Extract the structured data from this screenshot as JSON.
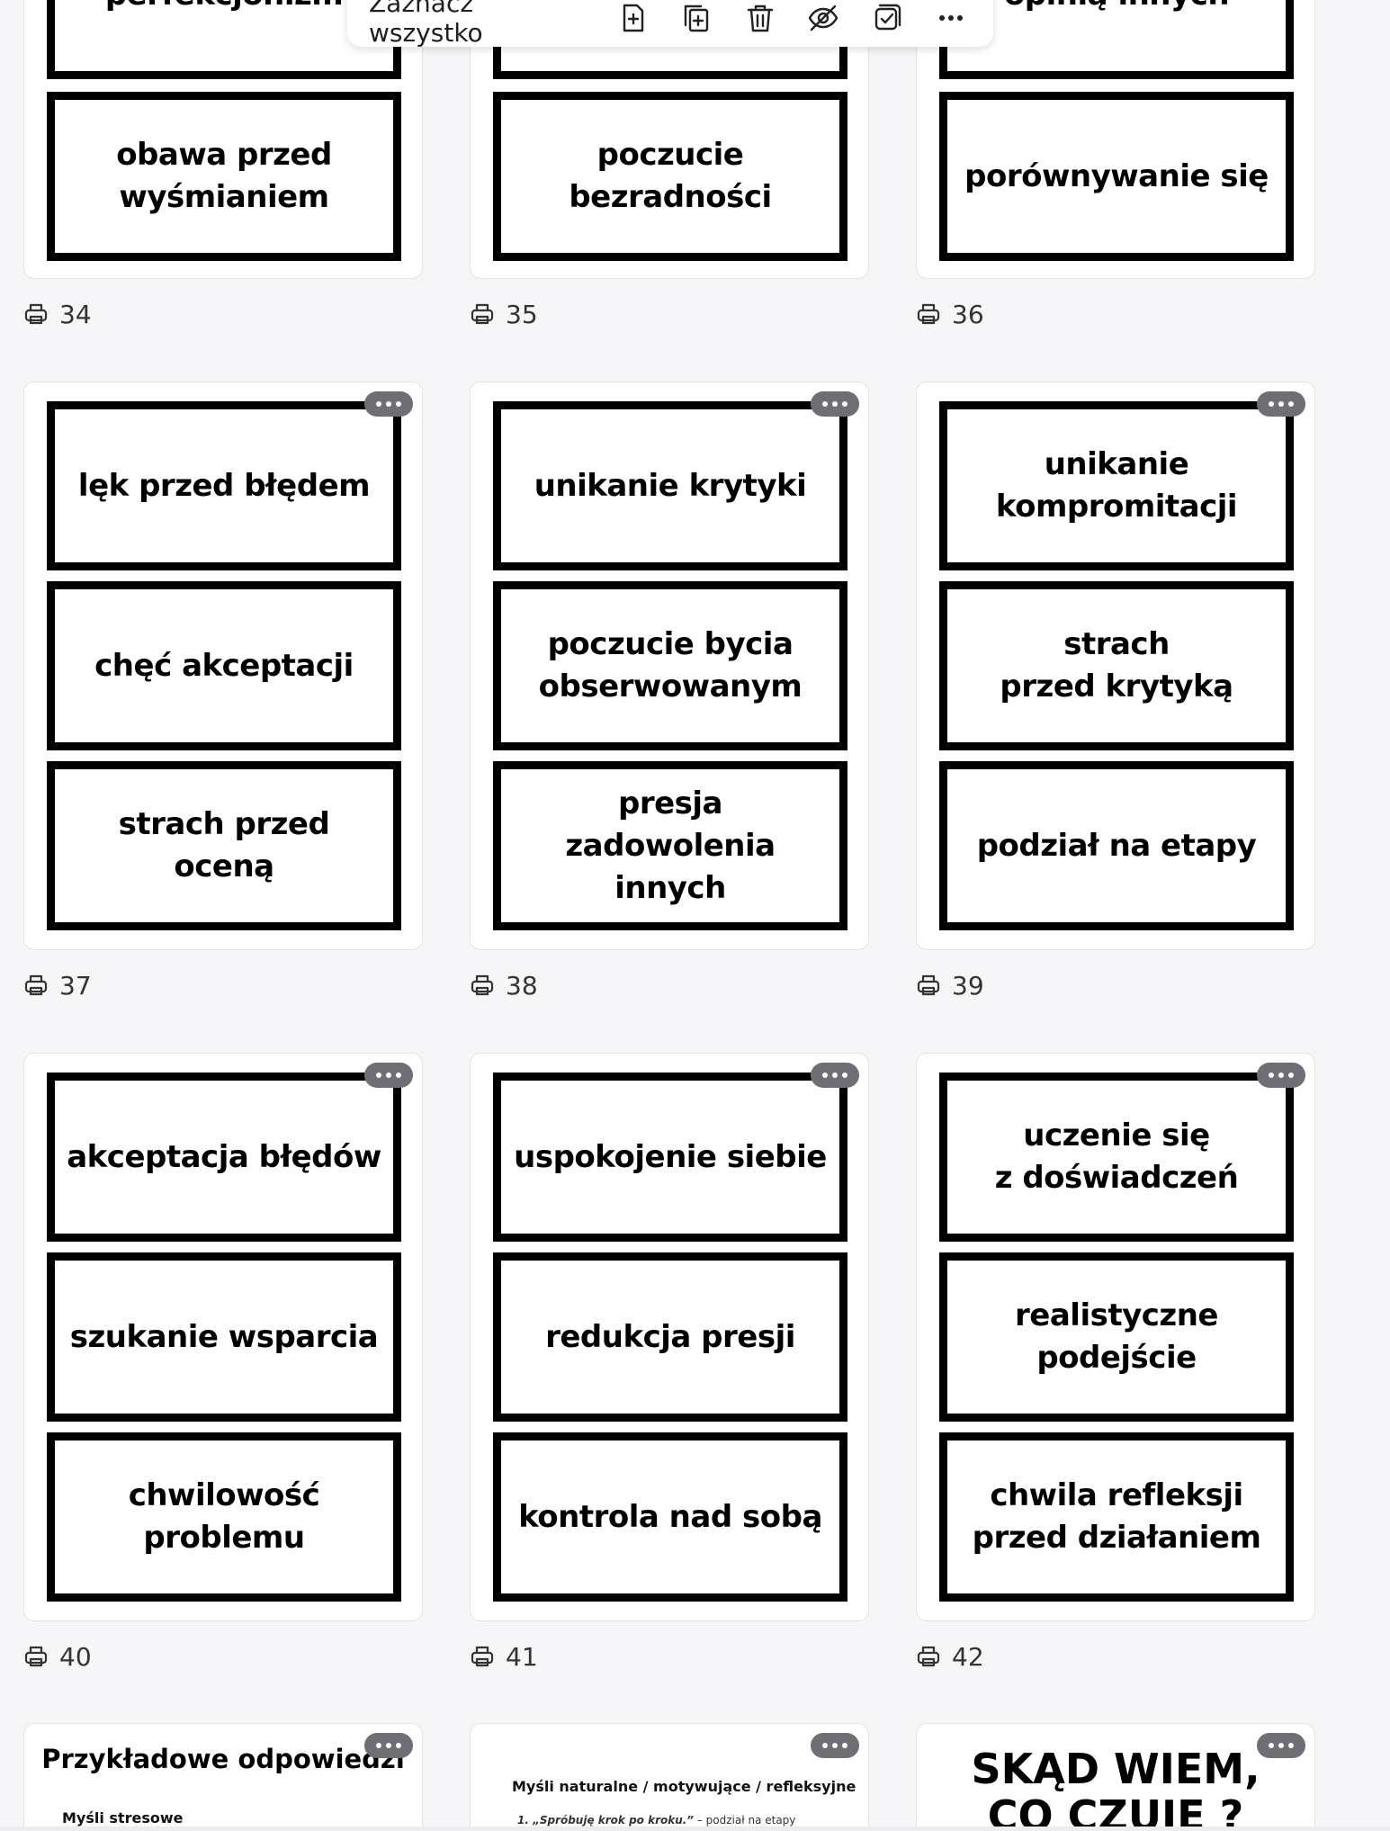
{
  "toolbar": {
    "select_all_label": "Zaznacz wszystko",
    "buttons": [
      {
        "name": "add-page-button",
        "icon": "add-page-icon"
      },
      {
        "name": "duplicate-page-button",
        "icon": "duplicate-icon"
      },
      {
        "name": "delete-page-button",
        "icon": "trash-icon"
      },
      {
        "name": "hide-page-button",
        "icon": "eye-off-icon"
      },
      {
        "name": "select-button",
        "icon": "check-square-icon"
      },
      {
        "name": "more-options-button",
        "icon": "more-horizontal-icon"
      }
    ]
  },
  "pages": [
    {
      "number": "34",
      "cards": [
        "perfekcjonizm",
        "obawa przed\nwyśmianiem"
      ]
    },
    {
      "number": "35",
      "cards": [
        "",
        "poczucie\nbezradności"
      ]
    },
    {
      "number": "36",
      "cards": [
        "opinią innych",
        "porównywanie się"
      ]
    },
    {
      "number": "37",
      "cards": [
        "lęk przed błędem",
        "chęć akceptacji",
        "strach przed oceną"
      ]
    },
    {
      "number": "38",
      "cards": [
        "unikanie krytyki",
        "poczucie bycia\nobserwowanym",
        "presja\nzadowolenia innych"
      ]
    },
    {
      "number": "39",
      "cards": [
        "unikanie\nkompromitacji",
        "strach\nprzed krytyką",
        "podział na etapy"
      ]
    },
    {
      "number": "40",
      "cards": [
        "akceptacja błędów",
        "szukanie wsparcia",
        "chwilowość\nproblemu"
      ]
    },
    {
      "number": "41",
      "cards": [
        "uspokojenie siebie",
        "redukcja presji",
        "kontrola nad sobą"
      ]
    },
    {
      "number": "42",
      "cards": [
        "uczenie się\nz doświadczeń",
        "realistyczne\npodejście",
        "chwila refleksji\nprzed działaniem"
      ]
    }
  ],
  "partial_pages": {
    "p43": {
      "title": "Przykładowe odpowiedzi",
      "subtitle": "Myśli stresowe"
    },
    "p44": {
      "title": "Myśli  naturalne / motywujące / refleksyjne",
      "line1_quote": "1. „Spróbuję krok po kroku.”",
      "line1_rest": " – podział na etapy"
    },
    "p45": {
      "title": "SKĄD WIEM,\nCO CZUJĘ ?"
    }
  },
  "colors": {
    "background": "#f6f6f8",
    "card_border": "#000000",
    "pill": "#6e6e74"
  }
}
